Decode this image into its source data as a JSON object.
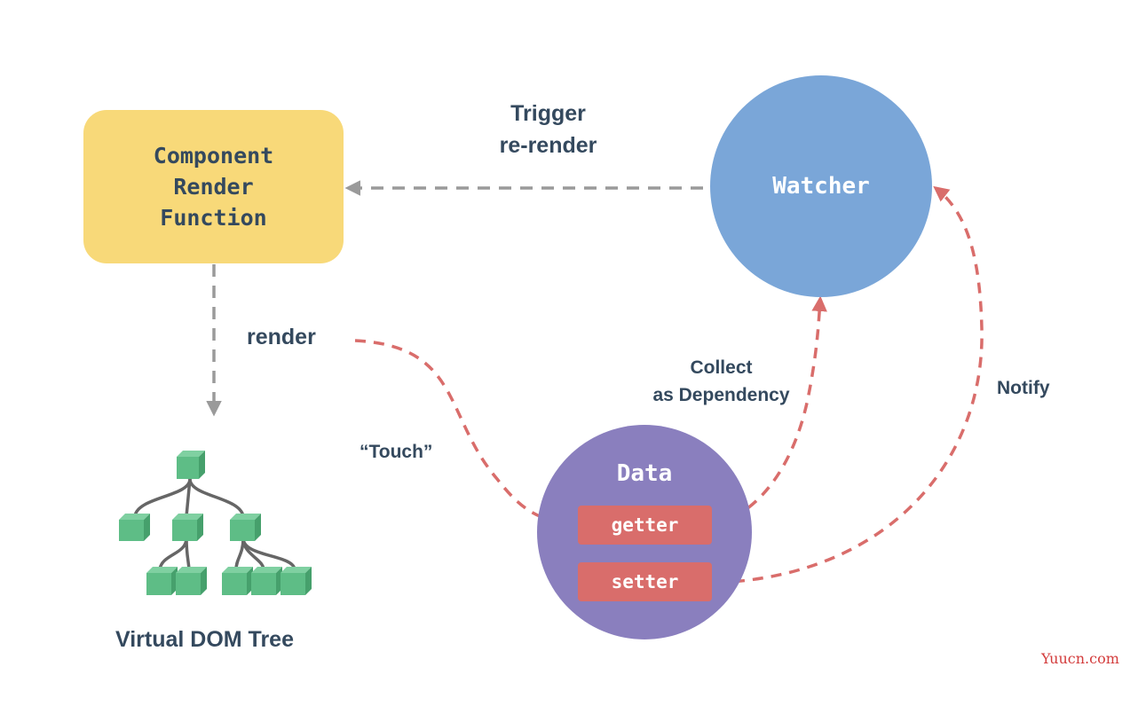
{
  "nodes": {
    "component": {
      "label": "Component\nRender\nFunction"
    },
    "watcher": {
      "label": "Watcher"
    },
    "data": {
      "label": "Data",
      "getter": "getter",
      "setter": "setter"
    },
    "vdom": {
      "label": "Virtual DOM Tree"
    }
  },
  "edges": {
    "trigger": {
      "label": "Trigger\nre-render"
    },
    "render": {
      "label": "render"
    },
    "collect": {
      "label": "Collect\nas Dependency"
    },
    "notify": {
      "label": "Notify"
    },
    "touch": {
      "label": "“Touch”"
    }
  },
  "watermark": "Yuucn.com",
  "colors": {
    "component_fill": "#f8d979",
    "component_text": "#34495e",
    "watcher_fill": "#7aa6d8",
    "data_fill": "#8a7fbe",
    "pill_fill": "#d96d6b",
    "label_text": "#34495e",
    "red_dashed": "#d96d6b",
    "grey_dashed": "#9a9a9a",
    "tree_cube": "#5ebd86",
    "tree_line": "#666666",
    "watermark": "#d33b3b"
  }
}
